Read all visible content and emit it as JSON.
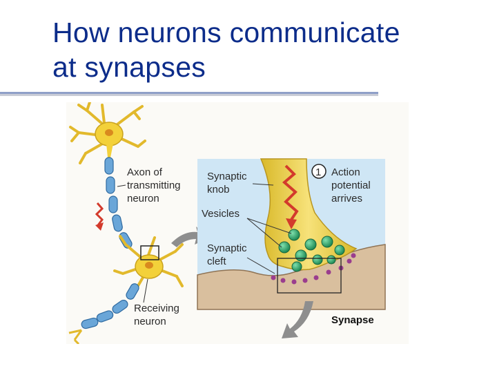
{
  "slide": {
    "title_line1": "How neurons communicate",
    "title_line2": "at synapses"
  },
  "figure": {
    "left_labels": {
      "axon_l1": "Axon of",
      "axon_l2": "transmitting",
      "axon_l3": "neuron",
      "receiving_l1": "Receiving",
      "receiving_l2": "neuron"
    },
    "inset_labels": {
      "knob_l1": "Synaptic",
      "knob_l2": "knob",
      "vesicles": "Vesicles",
      "cleft_l1": "Synaptic",
      "cleft_l2": "cleft",
      "step_number": "1",
      "action_l1": "Action",
      "action_l2": "potential",
      "action_l3": "arrives",
      "synapse": "Synapse"
    },
    "colors": {
      "neuron_yellow": "#f3d13a",
      "myelin_blue": "#6aa6d8",
      "inset_bg": "#cfe6f5",
      "vesicle_green": "#2ea36a",
      "receptor_purple": "#9a3d8e",
      "impulse_red": "#d33a2c"
    }
  }
}
